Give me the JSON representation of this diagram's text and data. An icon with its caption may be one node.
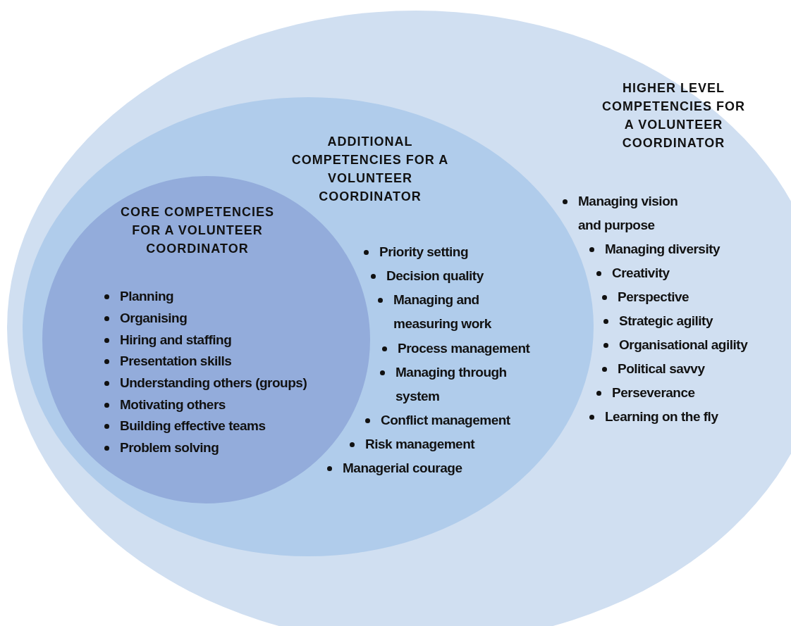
{
  "diagram": {
    "nodes": [
      {
        "text": [
          "HIGHER LEVEL COMPETENCIES FOR A VOLUNTEER COORDINATOR",
          "Managing vision and purpose",
          "Managing diversity",
          "Creativity",
          "Perspective",
          "Strategic agility",
          "Organisational agility",
          "Political savvy",
          "Perseverance",
          "Learning on the fly"
        ]
      },
      {
        "text": [
          "ADDITIONAL COMPETENCIES FOR A VOLUNTEER COORDINATOR",
          "Priority setting",
          "Decision quality",
          "Managing and measuring work",
          "Process management",
          "Managing through system",
          "Conflict management",
          "Risk management",
          "Managerial courage"
        ],
        "in": 0
      },
      {
        "text": [
          "CORE COMPETENCIES FOR A VOLUNTEER COORDINATOR",
          "Planning",
          "Organising",
          "Hiring and staffing",
          "Presentation skills",
          "Understanding others (groups)",
          "Motivating others",
          "Building effective teams",
          "Problem solving"
        ],
        "in": 1
      }
    ],
    "edges": []
  }
}
